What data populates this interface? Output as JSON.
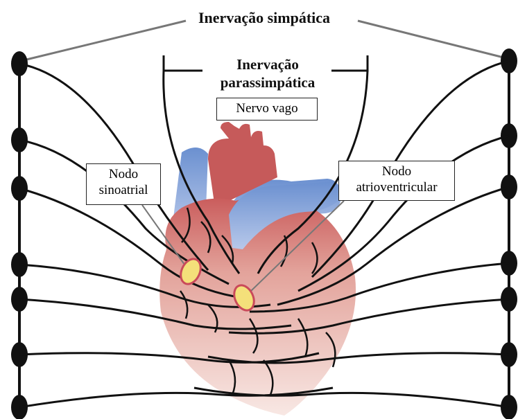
{
  "labels": {
    "sympathetic": "Inervação simpática",
    "parasympathetic_line1": "Inervação",
    "parasympathetic_line2": "parassimpática",
    "vagus_nerve": "Nervo vago",
    "sa_node_line1": "Nodo",
    "sa_node_line2": "sinoatrial",
    "av_node_line1": "Nodo",
    "av_node_line2": "atrioventricular"
  },
  "colors": {
    "heart_top": "#c95a5a",
    "heart_mid": "#e8b0a8",
    "heart_bottom": "#f7e4df",
    "vessel_blue": "#6f93d0",
    "node_fill": "#f4e07a",
    "node_stroke": "#c94a5a",
    "nerve": "#111111"
  },
  "icons": [
    "ganglion-icon",
    "sa-node-icon",
    "av-node-icon"
  ]
}
